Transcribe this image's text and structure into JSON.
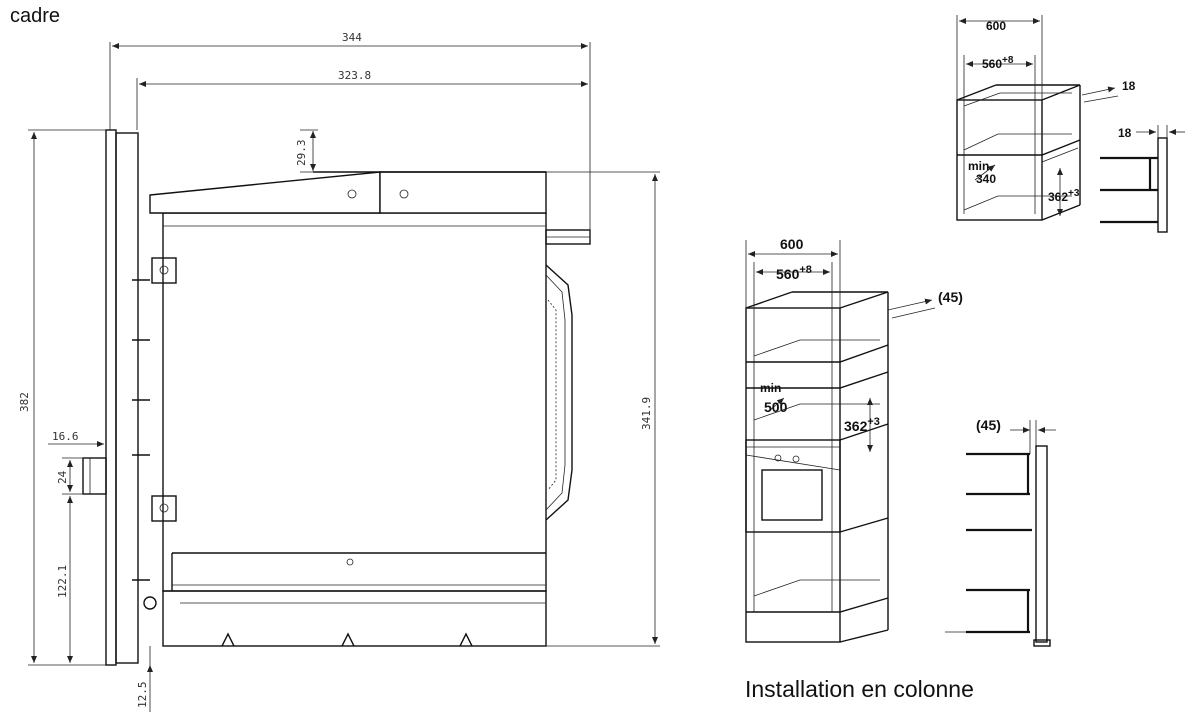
{
  "captions": {
    "cadre": "cadre",
    "installation": "Installation en colonne"
  },
  "side_view": {
    "dims": {
      "width_total": "344",
      "width_body": "323.8",
      "top_offset": "29.3",
      "height_total": "382",
      "height_body": "341.9",
      "frame_depth": "16.6",
      "slot_height": "24",
      "slot_offset": "122.1",
      "bottom_offset": "12.5"
    }
  },
  "wall_cabinet": {
    "width": "600",
    "inner_width": "560",
    "inner_width_tol": "+8",
    "side": "18",
    "side_detail": "18",
    "min_label": "min",
    "min_value": "340",
    "opening_height": "362",
    "opening_tol": "+3"
  },
  "column": {
    "width": "600",
    "inner_width": "560",
    "inner_width_tol": "+8",
    "gap": "(45)",
    "gap_detail": "(45)",
    "min_label": "min",
    "min_value": "500",
    "opening_height": "362",
    "opening_tol": "+3"
  }
}
